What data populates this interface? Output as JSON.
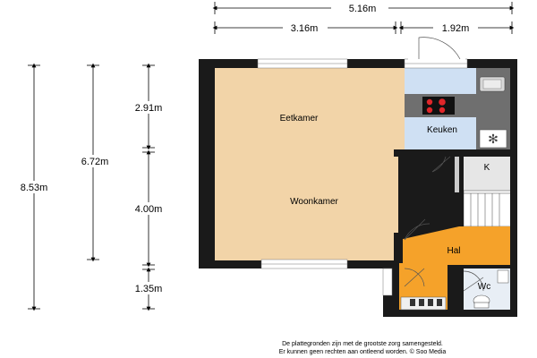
{
  "dimensions": {
    "total_width": "5.16m",
    "left_width": "3.16m",
    "right_width": "1.92m",
    "total_height": "8.53m",
    "living_height": "6.72m",
    "eetkamer_height": "2.91m",
    "woonkamer_height": "4.00m",
    "bottom_height": "1.35m"
  },
  "rooms": {
    "eetkamer": "Eetkamer",
    "woonkamer": "Woonkamer",
    "keuken": "Keuken",
    "kast": "K",
    "hal": "Hal",
    "wc": "Wc"
  },
  "footer": {
    "line1": "De plattegronden zijn met de grootste zorg samengesteld.",
    "line2": "Er kunnen geen rechten aan ontleend worden. © Soo Media"
  },
  "colors": {
    "wall": "#1a1a1a",
    "living_floor": "#f2d4a8",
    "kitchen_floor": "#cfe0f3",
    "hall_floor": "#f5a22a",
    "stair_bg": "#e6e6e6",
    "wc_floor": "#e8eef5",
    "counter": "#6f6f6f"
  }
}
